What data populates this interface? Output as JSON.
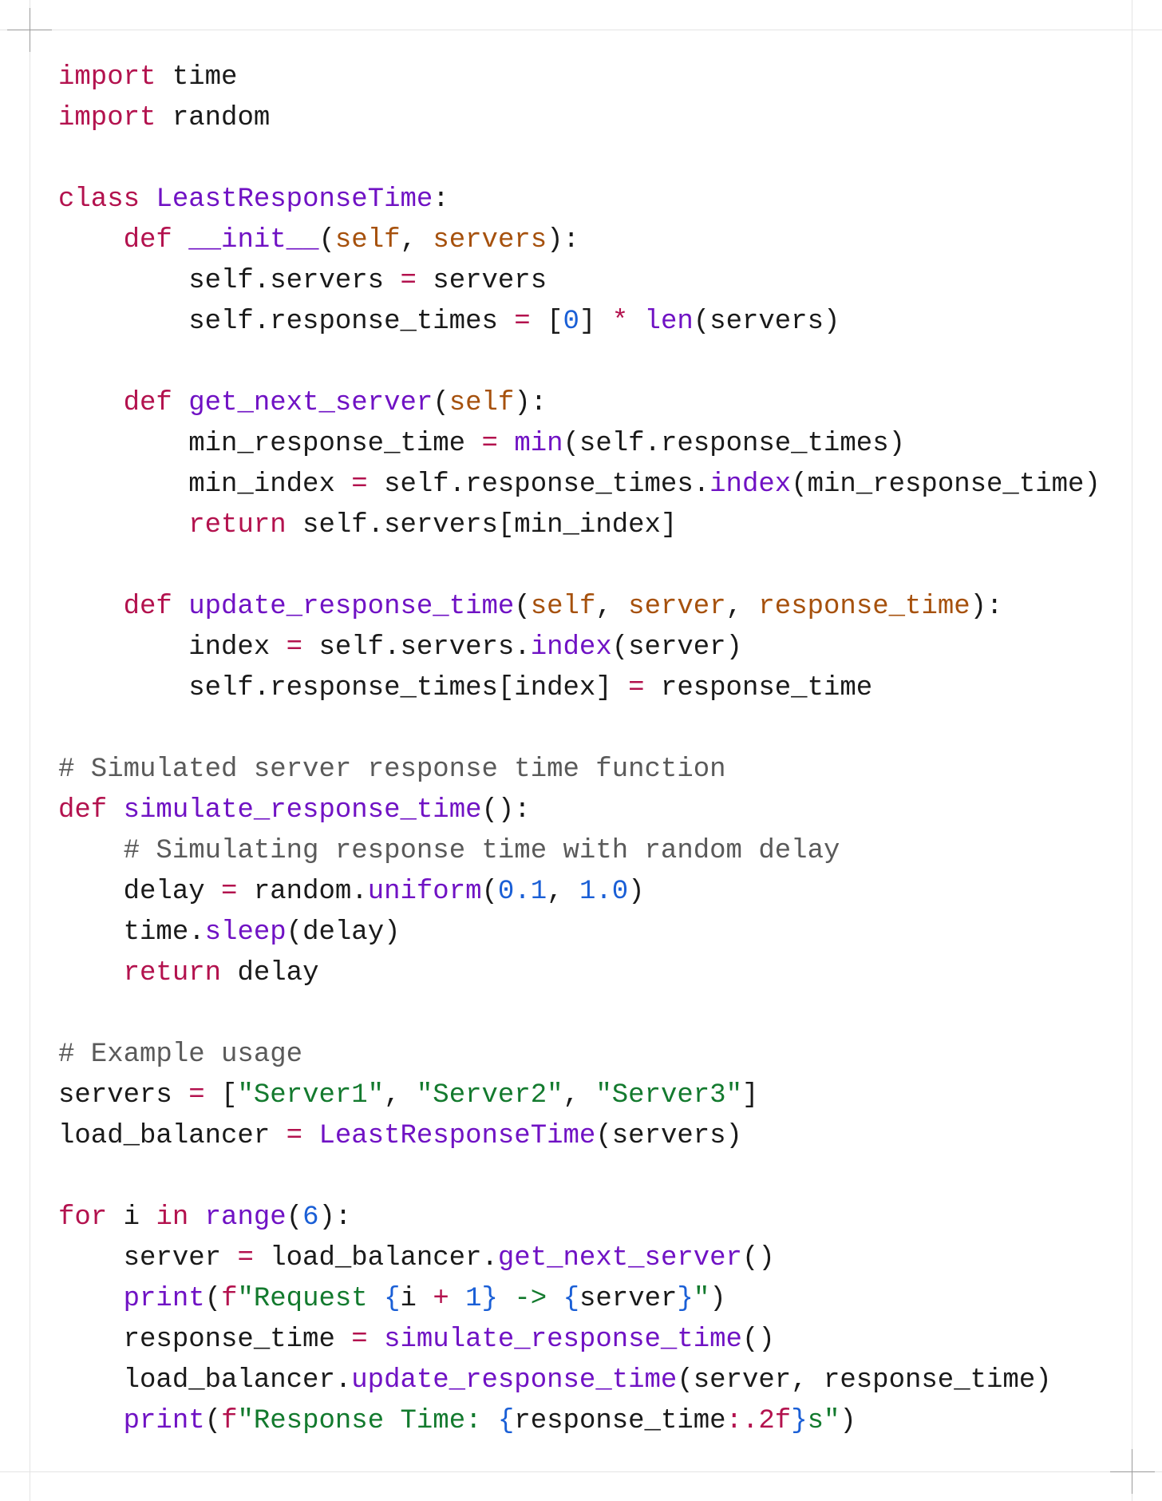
{
  "document": {
    "language": "python",
    "indent_unit": "    ",
    "colors": {
      "keyword": "#b3124e",
      "function": "#7012c4",
      "parameter": "#a6510d",
      "number": "#1a5fd6",
      "string": "#137a2e",
      "comment": "#5a5a5a",
      "plain": "#1a1a1a",
      "frame": "#e4e4e4"
    },
    "lines": [
      [
        [
          "kw",
          "import"
        ],
        [
          "pl",
          " time"
        ]
      ],
      [
        [
          "kw",
          "import"
        ],
        [
          "pl",
          " random"
        ]
      ],
      [],
      [
        [
          "kw",
          "class"
        ],
        [
          "pl",
          " "
        ],
        [
          "fn",
          "LeastResponseTime"
        ],
        [
          "pl",
          ":"
        ]
      ],
      [
        [
          "pl",
          "    "
        ],
        [
          "kw",
          "def"
        ],
        [
          "pl",
          " "
        ],
        [
          "fn",
          "__init__"
        ],
        [
          "pl",
          "("
        ],
        [
          "param",
          "self"
        ],
        [
          "pl",
          ", "
        ],
        [
          "param",
          "servers"
        ],
        [
          "pl",
          "):"
        ]
      ],
      [
        [
          "pl",
          "        self.servers "
        ],
        [
          "op",
          "="
        ],
        [
          "pl",
          " servers"
        ]
      ],
      [
        [
          "pl",
          "        self.response_times "
        ],
        [
          "op",
          "="
        ],
        [
          "pl",
          " ["
        ],
        [
          "num",
          "0"
        ],
        [
          "pl",
          "] "
        ],
        [
          "op",
          "*"
        ],
        [
          "pl",
          " "
        ],
        [
          "fn",
          "len"
        ],
        [
          "pl",
          "(servers)"
        ]
      ],
      [],
      [
        [
          "pl",
          "    "
        ],
        [
          "kw",
          "def"
        ],
        [
          "pl",
          " "
        ],
        [
          "fn",
          "get_next_server"
        ],
        [
          "pl",
          "("
        ],
        [
          "param",
          "self"
        ],
        [
          "pl",
          "):"
        ]
      ],
      [
        [
          "pl",
          "        min_response_time "
        ],
        [
          "op",
          "="
        ],
        [
          "pl",
          " "
        ],
        [
          "fn",
          "min"
        ],
        [
          "pl",
          "(self.response_times)"
        ]
      ],
      [
        [
          "pl",
          "        min_index "
        ],
        [
          "op",
          "="
        ],
        [
          "pl",
          " self.response_times."
        ],
        [
          "fn",
          "index"
        ],
        [
          "pl",
          "(min_response_time)"
        ]
      ],
      [
        [
          "pl",
          "        "
        ],
        [
          "kw",
          "return"
        ],
        [
          "pl",
          " self.servers[min_index]"
        ]
      ],
      [],
      [
        [
          "pl",
          "    "
        ],
        [
          "kw",
          "def"
        ],
        [
          "pl",
          " "
        ],
        [
          "fn",
          "update_response_time"
        ],
        [
          "pl",
          "("
        ],
        [
          "param",
          "self"
        ],
        [
          "pl",
          ", "
        ],
        [
          "param",
          "server"
        ],
        [
          "pl",
          ", "
        ],
        [
          "param",
          "response_time"
        ],
        [
          "pl",
          "):"
        ]
      ],
      [
        [
          "pl",
          "        index "
        ],
        [
          "op",
          "="
        ],
        [
          "pl",
          " self.servers."
        ],
        [
          "fn",
          "index"
        ],
        [
          "pl",
          "(server)"
        ]
      ],
      [
        [
          "pl",
          "        self.response_times[index] "
        ],
        [
          "op",
          "="
        ],
        [
          "pl",
          " response_time"
        ]
      ],
      [],
      [
        [
          "cm",
          "# Simulated server response time function"
        ]
      ],
      [
        [
          "kw",
          "def"
        ],
        [
          "pl",
          " "
        ],
        [
          "fn",
          "simulate_response_time"
        ],
        [
          "pl",
          "():"
        ]
      ],
      [
        [
          "pl",
          "    "
        ],
        [
          "cm",
          "# Simulating response time with random delay"
        ]
      ],
      [
        [
          "pl",
          "    delay "
        ],
        [
          "op",
          "="
        ],
        [
          "pl",
          " random."
        ],
        [
          "fn",
          "uniform"
        ],
        [
          "pl",
          "("
        ],
        [
          "num",
          "0.1"
        ],
        [
          "pl",
          ", "
        ],
        [
          "num",
          "1.0"
        ],
        [
          "pl",
          ")"
        ]
      ],
      [
        [
          "pl",
          "    time."
        ],
        [
          "fn",
          "sleep"
        ],
        [
          "pl",
          "(delay)"
        ]
      ],
      [
        [
          "pl",
          "    "
        ],
        [
          "kw",
          "return"
        ],
        [
          "pl",
          " delay"
        ]
      ],
      [],
      [
        [
          "cm",
          "# Example usage"
        ]
      ],
      [
        [
          "pl",
          "servers "
        ],
        [
          "op",
          "="
        ],
        [
          "pl",
          " ["
        ],
        [
          "str",
          "\"Server1\""
        ],
        [
          "pl",
          ", "
        ],
        [
          "str",
          "\"Server2\""
        ],
        [
          "pl",
          ", "
        ],
        [
          "str",
          "\"Server3\""
        ],
        [
          "pl",
          "]"
        ]
      ],
      [
        [
          "pl",
          "load_balancer "
        ],
        [
          "op",
          "="
        ],
        [
          "pl",
          " "
        ],
        [
          "fn",
          "LeastResponseTime"
        ],
        [
          "pl",
          "(servers)"
        ]
      ],
      [],
      [
        [
          "kw",
          "for"
        ],
        [
          "pl",
          " i "
        ],
        [
          "kw",
          "in"
        ],
        [
          "pl",
          " "
        ],
        [
          "fn",
          "range"
        ],
        [
          "pl",
          "("
        ],
        [
          "num",
          "6"
        ],
        [
          "pl",
          "):"
        ]
      ],
      [
        [
          "pl",
          "    server "
        ],
        [
          "op",
          "="
        ],
        [
          "pl",
          " load_balancer."
        ],
        [
          "fn",
          "get_next_server"
        ],
        [
          "pl",
          "()"
        ]
      ],
      [
        [
          "pl",
          "    "
        ],
        [
          "fn",
          "print"
        ],
        [
          "pl",
          "("
        ],
        [
          "kw",
          "f"
        ],
        [
          "str",
          "\"Request "
        ],
        [
          "num",
          "{"
        ],
        [
          "pl",
          "i "
        ],
        [
          "op",
          "+"
        ],
        [
          "pl",
          " "
        ],
        [
          "num",
          "1}"
        ],
        [
          "str",
          " -> "
        ],
        [
          "num",
          "{"
        ],
        [
          "pl",
          "server"
        ],
        [
          "num",
          "}"
        ],
        [
          "str",
          "\""
        ],
        [
          "pl",
          ")"
        ]
      ],
      [
        [
          "pl",
          "    response_time "
        ],
        [
          "op",
          "="
        ],
        [
          "pl",
          " "
        ],
        [
          "fn",
          "simulate_response_time"
        ],
        [
          "pl",
          "()"
        ]
      ],
      [
        [
          "pl",
          "    load_balancer."
        ],
        [
          "fn",
          "update_response_time"
        ],
        [
          "pl",
          "(server, response_time)"
        ]
      ],
      [
        [
          "pl",
          "    "
        ],
        [
          "fn",
          "print"
        ],
        [
          "pl",
          "("
        ],
        [
          "kw",
          "f"
        ],
        [
          "str",
          "\"Response Time: "
        ],
        [
          "num",
          "{"
        ],
        [
          "pl",
          "response_time"
        ],
        [
          "op",
          ":.2f"
        ],
        [
          "num",
          "}"
        ],
        [
          "str",
          "s\""
        ],
        [
          "pl",
          ")"
        ]
      ]
    ]
  }
}
